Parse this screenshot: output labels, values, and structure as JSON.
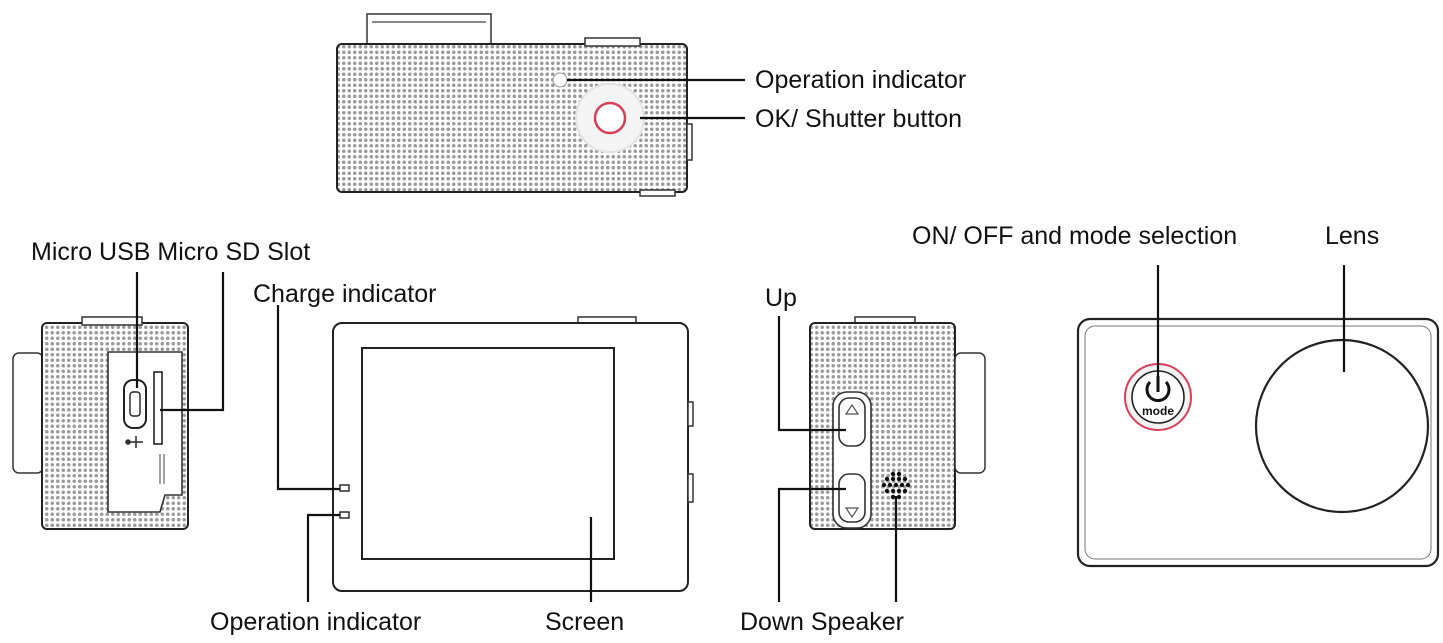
{
  "colors": {
    "accent": "#d8405a",
    "line": "#111111",
    "body_texture": "#999999"
  },
  "labels": {
    "top_operation_indicator": "Operation indicator",
    "ok_shutter_button": "OK/ Shutter button",
    "micro_usb_sd": "Micro USB Micro SD Slot",
    "charge_indicator": "Charge indicator",
    "bottom_operation_indicator": "Operation indicator",
    "screen": "Screen",
    "up": "Up",
    "down_speaker": "Down Speaker",
    "on_off_mode": "ON/ OFF and mode selection",
    "lens": "Lens",
    "power_button_text": "mode"
  },
  "icons": [
    "usb-icon",
    "power-icon",
    "up-arrow-icon",
    "down-arrow-icon",
    "speaker-grille-icon"
  ]
}
